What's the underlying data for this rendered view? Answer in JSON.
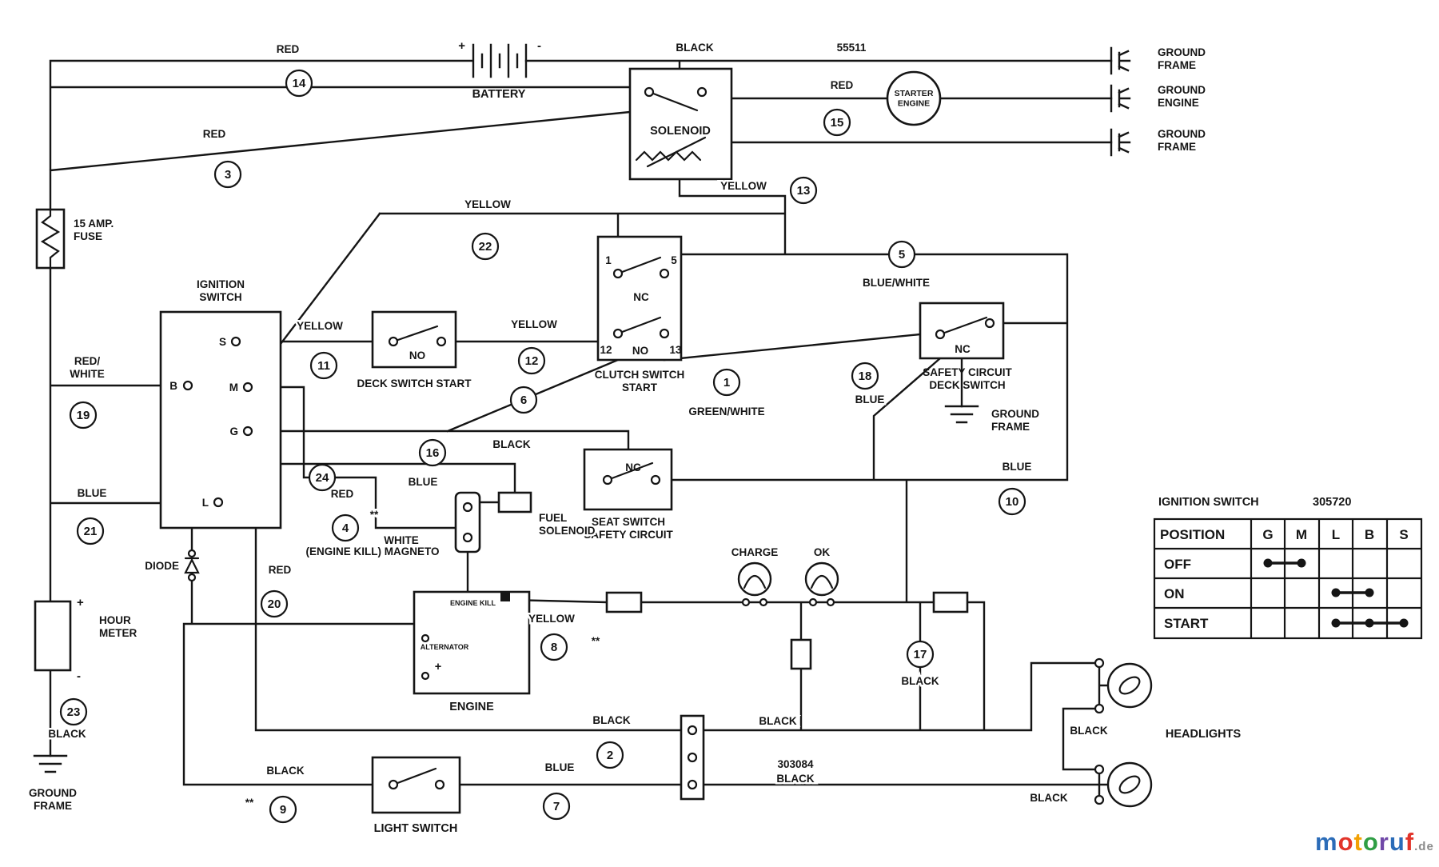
{
  "components": {
    "battery": "BATTERY",
    "battery_plus": "+",
    "battery_minus": "-",
    "solenoid": "SOLENOID",
    "starter": "STARTER\nENGINE",
    "ground_frame": "GROUND\nFRAME",
    "ground_engine": "GROUND\nENGINE",
    "fuse": "15 AMP.\nFUSE",
    "ignition_title": "IGNITION\nSWITCH",
    "terminal_s": "S",
    "terminal_b": "B",
    "terminal_m": "M",
    "terminal_g": "G",
    "terminal_l": "L",
    "deck_switch_contact": "NO",
    "deck_switch": "DECK SWITCH START",
    "clutch_t1": "1",
    "clutch_t5": "5",
    "clutch_nc": "NC",
    "clutch_t12": "12",
    "clutch_no": "NO",
    "clutch_t13": "13",
    "clutch_switch": "CLUTCH SWITCH\nSTART",
    "safety_deck_contact": "NC",
    "safety_deck": "SAFETY CIRCUIT\nDECK SWITCH",
    "seat_contact": "NC",
    "seat_switch": "SEAT SWITCH\nSAFETY CIRCUIT",
    "fuel_solenoid": "FUEL\nSOLENOID",
    "magneto": "(ENGINE KILL) MAGNETO",
    "diode": "DIODE",
    "hour_meter": "HOUR\nMETER",
    "hour_plus": "+",
    "hour_minus": "-",
    "engine": "ENGINE",
    "engine_kill": "ENGINE KILL",
    "alternator": "ALTERNATOR",
    "alternator_plus": "+",
    "charge_lamp": "CHARGE",
    "ok_lamp": "OK",
    "light_switch": "LIGHT SWITCH",
    "headlights": "HEADLIGHTS"
  },
  "wires": {
    "w1": {
      "num": "1",
      "color": "GREEN/WHITE"
    },
    "w2": {
      "num": "2",
      "color": "BLACK"
    },
    "w3": {
      "num": "3",
      "color": "RED"
    },
    "w4": {
      "num": "4",
      "color": "WHITE"
    },
    "w5": {
      "num": "5",
      "color": "BLUE/WHITE"
    },
    "w6": {
      "num": "6",
      "color": "BLACK"
    },
    "w7": {
      "num": "7",
      "color": "BLUE"
    },
    "w8": {
      "num": "8",
      "color": "YELLOW"
    },
    "w9": {
      "num": "9",
      "color": "BLACK"
    },
    "w10": {
      "num": "10",
      "color": "BLUE"
    },
    "w11": {
      "num": "11",
      "color": "YELLOW"
    },
    "w12": {
      "num": "12",
      "color": "YELLOW"
    },
    "w13": {
      "num": "13",
      "color": "YELLOW"
    },
    "w14": {
      "num": "14",
      "color": "RED"
    },
    "w15": {
      "num": "15",
      "color": "RED"
    },
    "w16": {
      "num": "16",
      "color": "BLUE"
    },
    "w17": {
      "num": "17",
      "color": "BLACK"
    },
    "w18": {
      "num": "18",
      "color": "BLUE"
    },
    "w19": {
      "num": "19",
      "color": "RED/\nWHITE"
    },
    "w20": {
      "num": "20",
      "color": "RED"
    },
    "w21": {
      "num": "21",
      "color": "BLUE"
    },
    "w22": {
      "num": "22",
      "color": "YELLOW"
    },
    "w23": {
      "num": "23",
      "color": "BLACK"
    },
    "w24": {
      "num": "24",
      "color": "RED"
    }
  },
  "labels": {
    "black": "BLACK",
    "part_55511": "55511",
    "part_303084": "303084",
    "stars": "**"
  },
  "ignition_table": {
    "title": "IGNITION SWITCH",
    "part": "305720",
    "columns": [
      "POSITION",
      "G",
      "M",
      "L",
      "B",
      "S"
    ],
    "rows": [
      {
        "label": "OFF",
        "connects": [
          "G",
          "M"
        ]
      },
      {
        "label": "ON",
        "connects": [
          "L",
          "B"
        ]
      },
      {
        "label": "START",
        "connects": [
          "L",
          "B",
          "S"
        ]
      }
    ]
  },
  "watermark": {
    "letters": [
      {
        "ch": "m",
        "color": "#2b6cb8"
      },
      {
        "ch": "o",
        "color": "#e2342a"
      },
      {
        "ch": "t",
        "color": "#f2a104"
      },
      {
        "ch": "o",
        "color": "#2f9e44"
      },
      {
        "ch": "r",
        "color": "#7048a8"
      },
      {
        "ch": "u",
        "color": "#2b6cb8"
      },
      {
        "ch": "f",
        "color": "#e2342a"
      }
    ],
    "suffix": ".de"
  }
}
